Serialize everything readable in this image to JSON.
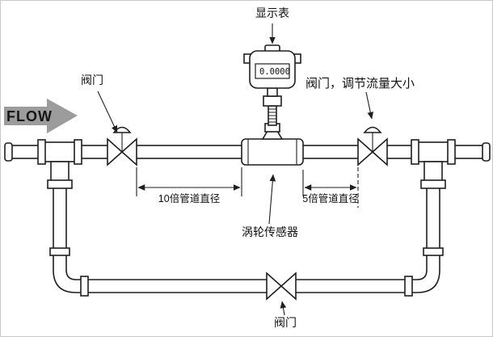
{
  "diagram": {
    "background": "#ffffff",
    "line_color": "#1f1f1f",
    "flow_arrow_color": "#9c9c9c",
    "labels": {
      "display_meter": "显示表",
      "left_valve": "阀门",
      "right_valve": "阀门，调节流量大小",
      "bottom_valve": "阀门",
      "flow": "FLOW",
      "upstream_dim": "10倍管道直径",
      "downstream_dim": "5倍管道直径",
      "sensor": "涡轮传感器"
    },
    "meter": {
      "reading": "0.0000"
    }
  }
}
